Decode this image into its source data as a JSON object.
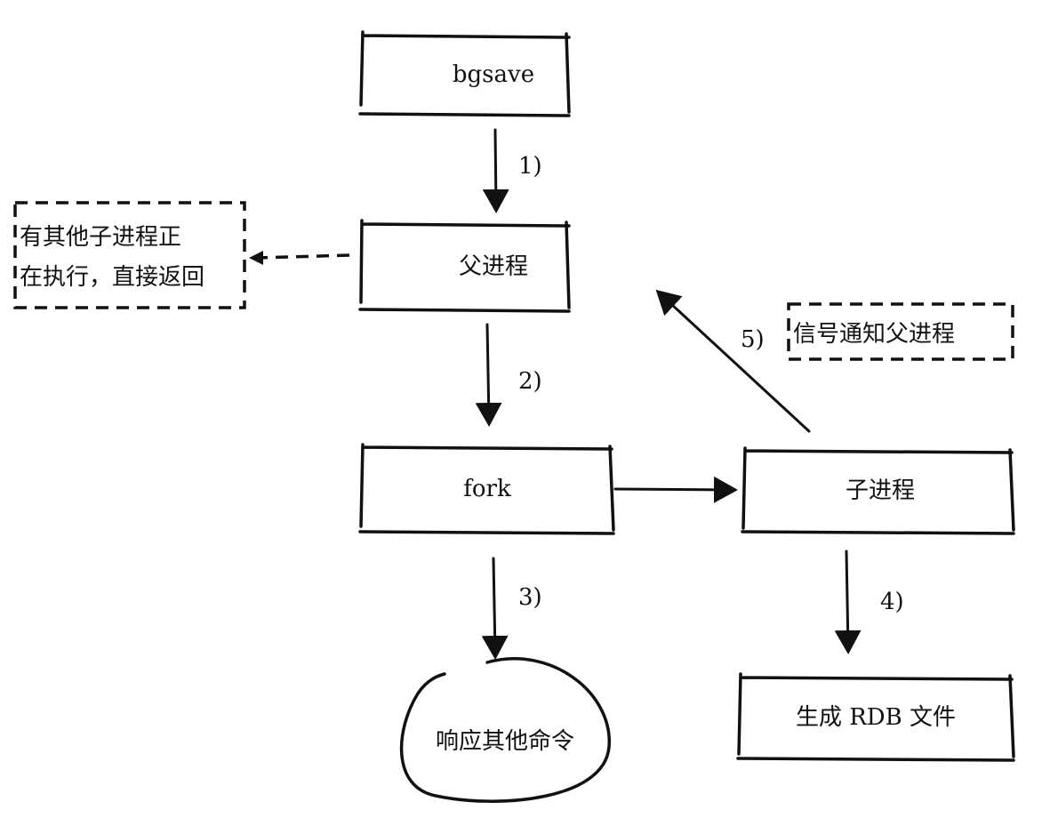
{
  "nodes": {
    "bgsave": "bgsave",
    "parent": "父进程",
    "busy_line1": "有其他子进程正",
    "busy_line2": "在执行，直接返回",
    "fork": "fork",
    "child": "子进程",
    "signal": "信号通知父进程",
    "respond": "响应其他命令",
    "rdb": "生成 RDB 文件"
  },
  "steps": {
    "s1": "1)",
    "s2": "2)",
    "s3": "3)",
    "s4": "4)",
    "s5": "5)"
  }
}
